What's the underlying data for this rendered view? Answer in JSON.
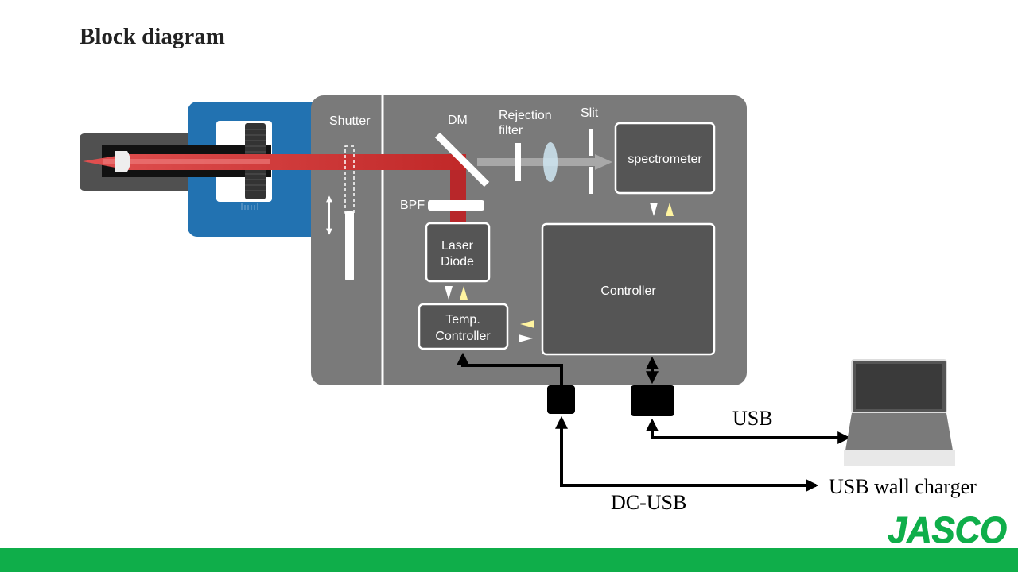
{
  "title": "Block diagram",
  "labels": {
    "shutter": "Shutter",
    "dm": "DM",
    "rejection_filter_line1": "Rejection",
    "rejection_filter_line2": "filter",
    "slit": "Slit",
    "spectrometer": "spectrometer",
    "bpf": "BPF",
    "laser_diode_line1": "Laser",
    "laser_diode_line2": "Diode",
    "controller": "Controller",
    "temp_controller_line1": "Temp.",
    "temp_controller_line2": "Controller",
    "usb": "USB",
    "usb_wall_charger": "USB wall charger",
    "dc_usb": "DC-USB"
  },
  "logo": {
    "text": "JASCO",
    "color": "#0fae4a"
  },
  "colors": {
    "device_body": "#7a7a7a",
    "probe_mount": "#2070b0",
    "inner_box": "#555555",
    "laser_beam": "#c0282a",
    "signal_arrow_yellow": "#fff4a0",
    "footer_bar": "#0fae4a"
  }
}
